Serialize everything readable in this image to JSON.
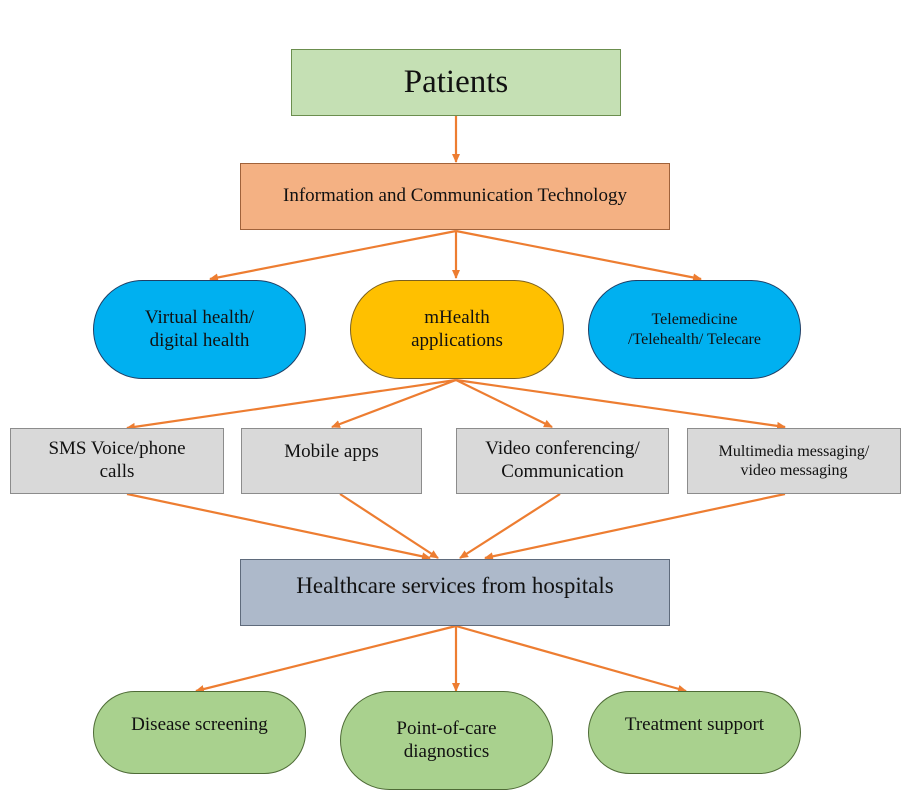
{
  "colors": {
    "arrow": "#ed7d31",
    "patients_fill": "#c5e0b4",
    "ict_fill": "#f4b183",
    "blue_fill": "#00b0f0",
    "gold_fill": "#ffc000",
    "gray_fill": "#d9d9d9",
    "services_fill": "#adb9ca",
    "green_fill": "#a9d18e"
  },
  "nodes": {
    "patients": "Patients",
    "ict": "Information and Communication Technology",
    "virtual_health": "Virtual health/\ndigital health",
    "mhealth": "mHealth\napplications",
    "telemedicine": "Telemedicine\n/Telehealth/  Telecare",
    "sms": "SMS Voice/phone\ncalls",
    "mobile_apps": "Mobile apps",
    "video_conf": "Video conferencing/\nCommunication",
    "multimedia": "Multimedia messaging/\nvideo messaging",
    "services": "Healthcare services from hospitals",
    "disease_screening": "Disease screening",
    "poc": "Point-of-care\ndiagnostics",
    "treatment": "Treatment support"
  },
  "edges": [
    [
      "patients",
      "ict"
    ],
    [
      "ict",
      "virtual_health"
    ],
    [
      "ict",
      "mhealth"
    ],
    [
      "ict",
      "telemedicine"
    ],
    [
      "mhealth",
      "sms"
    ],
    [
      "mhealth",
      "mobile_apps"
    ],
    [
      "mhealth",
      "video_conf"
    ],
    [
      "mhealth",
      "multimedia"
    ],
    [
      "sms",
      "services"
    ],
    [
      "mobile_apps",
      "services"
    ],
    [
      "video_conf",
      "services"
    ],
    [
      "multimedia",
      "services"
    ],
    [
      "services",
      "disease_screening"
    ],
    [
      "services",
      "poc"
    ],
    [
      "services",
      "treatment"
    ]
  ]
}
